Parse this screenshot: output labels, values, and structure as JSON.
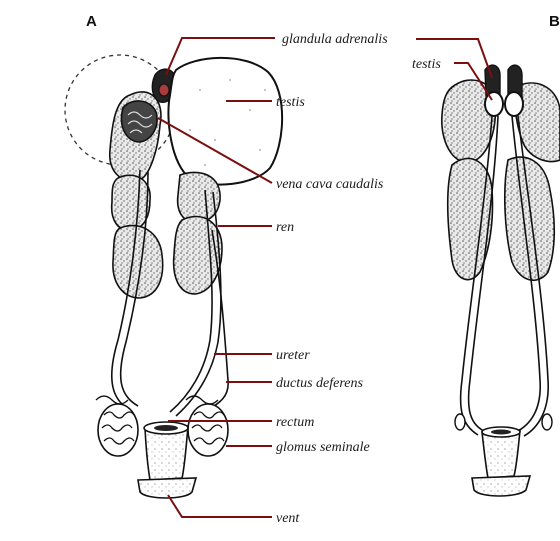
{
  "panels": {
    "a": "A",
    "b": "B"
  },
  "labels": {
    "glandula_adrenalis": "glandula adrenalis",
    "testis_a": "testis",
    "vena_cava_caudalis": "vena cava caudalis",
    "ren": "ren",
    "ureter": "ureter",
    "ductus_deferens": "ductus deferens",
    "rectum": "rectum",
    "glomus_seminale": "glomus seminale",
    "vent": "vent",
    "testis_b": "testis"
  },
  "colors": {
    "leader": "#7a0f0f",
    "organ": "#cfcfcf",
    "background": "#ffffff"
  }
}
